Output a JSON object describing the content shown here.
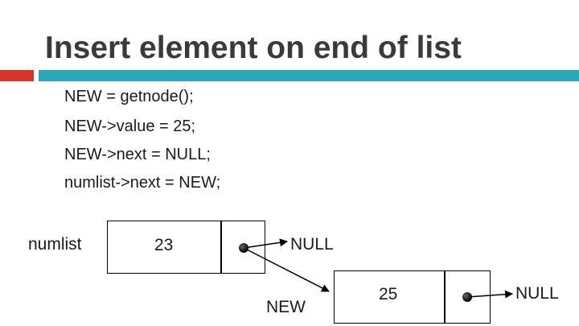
{
  "slide": {
    "title": "Insert element on end of list",
    "accent_colors": {
      "left_bar": "#d9342b",
      "main_bar": "#2aa6b9"
    }
  },
  "code": {
    "lines": [
      "NEW = getnode();",
      "NEW->value = 25;",
      "NEW->next = NULL;",
      "numlist->next = NEW;"
    ]
  },
  "diagram": {
    "head_pointer_label": "numlist",
    "new_pointer_label": "NEW",
    "node1": {
      "value": "23",
      "next_label": "NULL"
    },
    "node2": {
      "value": "25",
      "next_label": "NULL"
    }
  }
}
